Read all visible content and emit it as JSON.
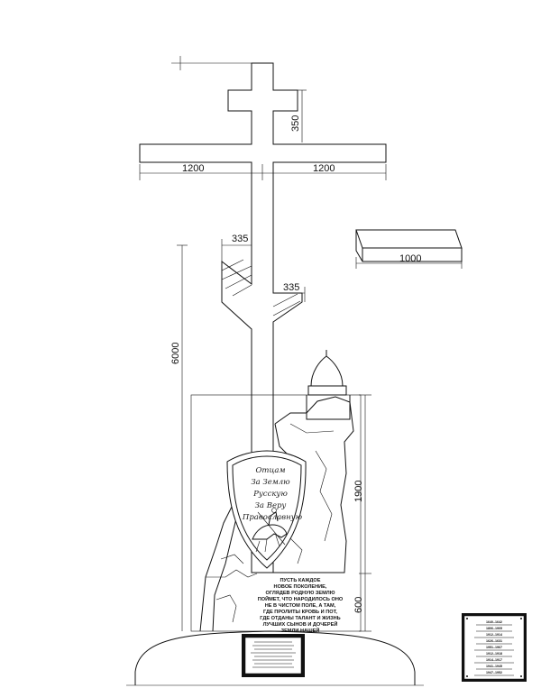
{
  "dimensions": {
    "top_section": "350",
    "arm_left": "1200",
    "arm_right": "1200",
    "lower_bar_left": "335",
    "lower_bar_right": "335",
    "total_height": "6000",
    "block_width": "1000",
    "rock_height": "1900",
    "base_height": "600"
  },
  "shield_inscription": [
    "Отцам",
    "За Землю",
    "Русскую",
    "За Веру",
    "Православную"
  ],
  "monument_inscription": [
    "ПУСТЬ КАЖДОЕ",
    "НОВОЕ ПОКОЛЕНИЕ,",
    "ОГЛЯДЕВ РОДНУЮ ЗЕМЛЮ",
    "ПОЙМЕТ, ЧТО НАРОДИЛОСЬ ОНО",
    "НЕ В ЧИСТОМ ПОЛЕ, А ТАМ,",
    "ГДЕ ПРОЛИТЫ КРОВЬ И ПОТ,",
    "ГДЕ ОТДАНЫ ТАЛАНТ И ЖИЗНЬ",
    "ЛУЧШИХ СЫНОВ И ДОЧЕРЕЙ",
    "ЗЕМЛИ НАШЕЙ"
  ],
  "plaque_years": [
    "1640–1642",
    "1806–1905",
    "1912–1914",
    "1626–1631",
    "1951–1967",
    "1912–1918",
    "1914–1917",
    "1941–1945",
    "1947–1952"
  ]
}
